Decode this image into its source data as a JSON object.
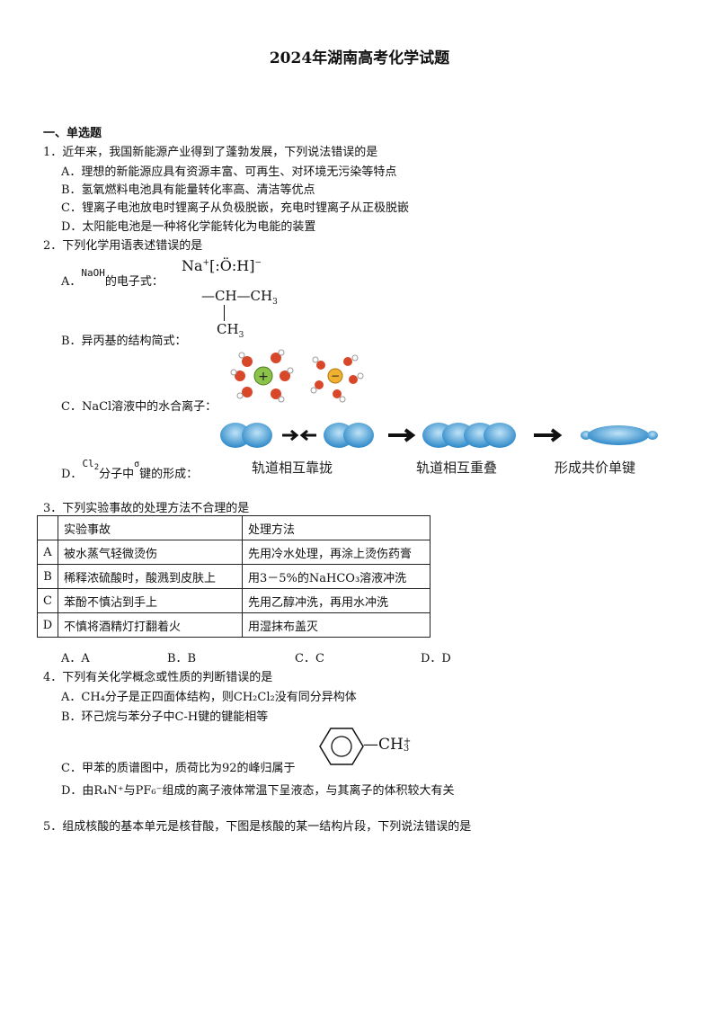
{
  "title": "2024年湖南高考化学试题",
  "section": "一、单选题",
  "q1": {
    "stem": "1．近年来，我国新能源产业得到了蓬勃发展，下列说法错误的是",
    "A": "A．理想的新能源应具有资源丰富、可再生、对环境无污染等特点",
    "B": "B．氢氧燃料电池具有能量转化率高、清洁等优点",
    "C": "C．锂离子电池放电时锂离子从负极脱嵌，充电时锂离子从正极脱嵌",
    "D": "D．太阳能电池是一种将化学能转化为电能的装置"
  },
  "q2": {
    "stem": "2．下列化学用语表述错误的是",
    "A_prefix": "A．",
    "A_formula": "NaOH",
    "A_suffix": "的电子式：",
    "A_struct_na": "Na",
    "A_struct_o": "[:Ö:H]",
    "B": "B．异丙基的结构简式：",
    "B_top": "—CH—CH",
    "B_sub3": "3",
    "B_bottom": "CH",
    "C": "C．NaCl溶液中的水合离子：",
    "D_prefix": "D．",
    "D_formula": "Cl",
    "D_sub": "2",
    "D_mid": "分子中",
    "D_sigma": "σ",
    "D_suffix": "键的形成：",
    "orbit_labels": [
      "轨道相互靠拢",
      "轨道相互重叠",
      "形成共价单键"
    ]
  },
  "q3": {
    "stem": "3．下列实验事故的处理方法不合理的是",
    "headers": [
      "",
      "实验事故",
      "处理方法"
    ],
    "rows": [
      [
        "A",
        "被水蒸气轻微烫伤",
        "先用冷水处理，再涂上烫伤药膏"
      ],
      [
        "B",
        "稀释浓硫酸时，酸溅到皮肤上",
        "用3－5%的NaHCO₃溶液冲洗"
      ],
      [
        "C",
        "苯酚不慎沾到手上",
        "先用乙醇冲洗，再用水冲洗"
      ],
      [
        "D",
        "不慎将酒精灯打翻着火",
        "用湿抹布盖灭"
      ]
    ],
    "options": [
      "A．A",
      "B．B",
      "C．C",
      "D．D"
    ]
  },
  "q4": {
    "stem": "4．下列有关化学概念或性质的判断错误的是",
    "A": "A．CH₄分子是正四面体结构，则CH₂Cl₂没有同分异构体",
    "B": "B．环己烷与苯分子中C-H键的键能相等",
    "C": "C．甲苯的质谱图中，质荷比为92的峰归属于",
    "C_group": "—CH",
    "C_sub": "3",
    "C_sup": "+",
    "D": "D．由R₄N⁺与PF₆⁻组成的离子液体常温下呈液态，与其离子的体积较大有关"
  },
  "q5": {
    "stem": "5．组成核酸的基本单元是核苷酸，下图是核酸的某一结构片段，下列说法错误的是"
  }
}
